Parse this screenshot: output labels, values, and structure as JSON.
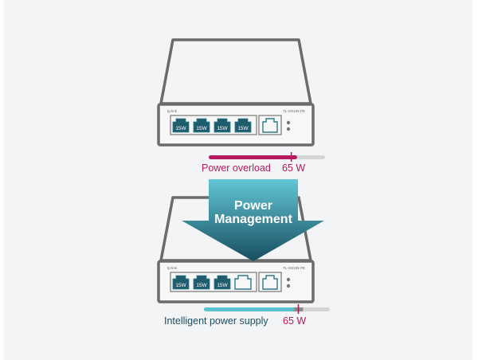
{
  "colors": {
    "background": "#f3f4f6",
    "outline": "#6b6b6b",
    "port_fill": "#1d5d6e",
    "port_outline": "#2f7a8c",
    "overload": "#b5195e",
    "supply": "#5cc1d0",
    "track": "#d4d5d7",
    "arrow_top": "#5fc3d3",
    "arrow_bottom": "#1a5567"
  },
  "switch_top": {
    "brand": "tp-link",
    "model": "TL-SG105 PE",
    "ports": [
      {
        "label": "15W",
        "powered": true
      },
      {
        "label": "15W",
        "powered": true
      },
      {
        "label": "15W",
        "powered": true
      },
      {
        "label": "15W",
        "powered": true
      }
    ],
    "uplink_powered": false
  },
  "switch_bottom": {
    "brand": "tp-link",
    "model": "TL-SG105 PE",
    "ports": [
      {
        "label": "15W",
        "powered": true
      },
      {
        "label": "15W",
        "powered": true
      },
      {
        "label": "15W",
        "powered": true
      },
      {
        "label": "",
        "powered": false
      }
    ],
    "uplink_powered": false
  },
  "bar_top": {
    "label": "Power overload",
    "limit": "65 W",
    "fill_fraction": 0.76,
    "limit_fraction": 0.71
  },
  "bar_bottom": {
    "label": "Intelligent power supply",
    "limit": "65 W",
    "fill_fraction": 0.72,
    "limit_fraction": 0.75
  },
  "arrow": {
    "line1": "Power",
    "line2": "Management"
  }
}
